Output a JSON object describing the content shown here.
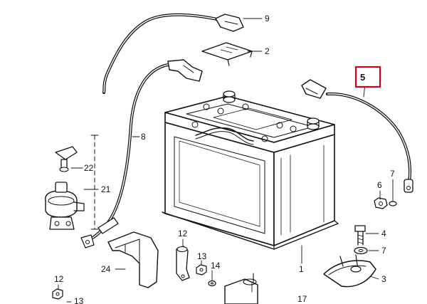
{
  "colors": {
    "ink": "#111111",
    "highlight": "#d0021b",
    "background": "#ffffff"
  },
  "callouts": {
    "c1": "1",
    "c2": "2",
    "c3": "3",
    "c4": "4",
    "c5": "5",
    "c6": "6",
    "c7a": "7",
    "c7b": "7",
    "c8": "8",
    "c9": "9",
    "c12a": "12",
    "c12b": "12",
    "c13a": "13",
    "c13b": "13",
    "c14": "14",
    "c17": "17",
    "c21": "21",
    "c22": "22",
    "c24": "24"
  },
  "highlighted_callout": "5"
}
